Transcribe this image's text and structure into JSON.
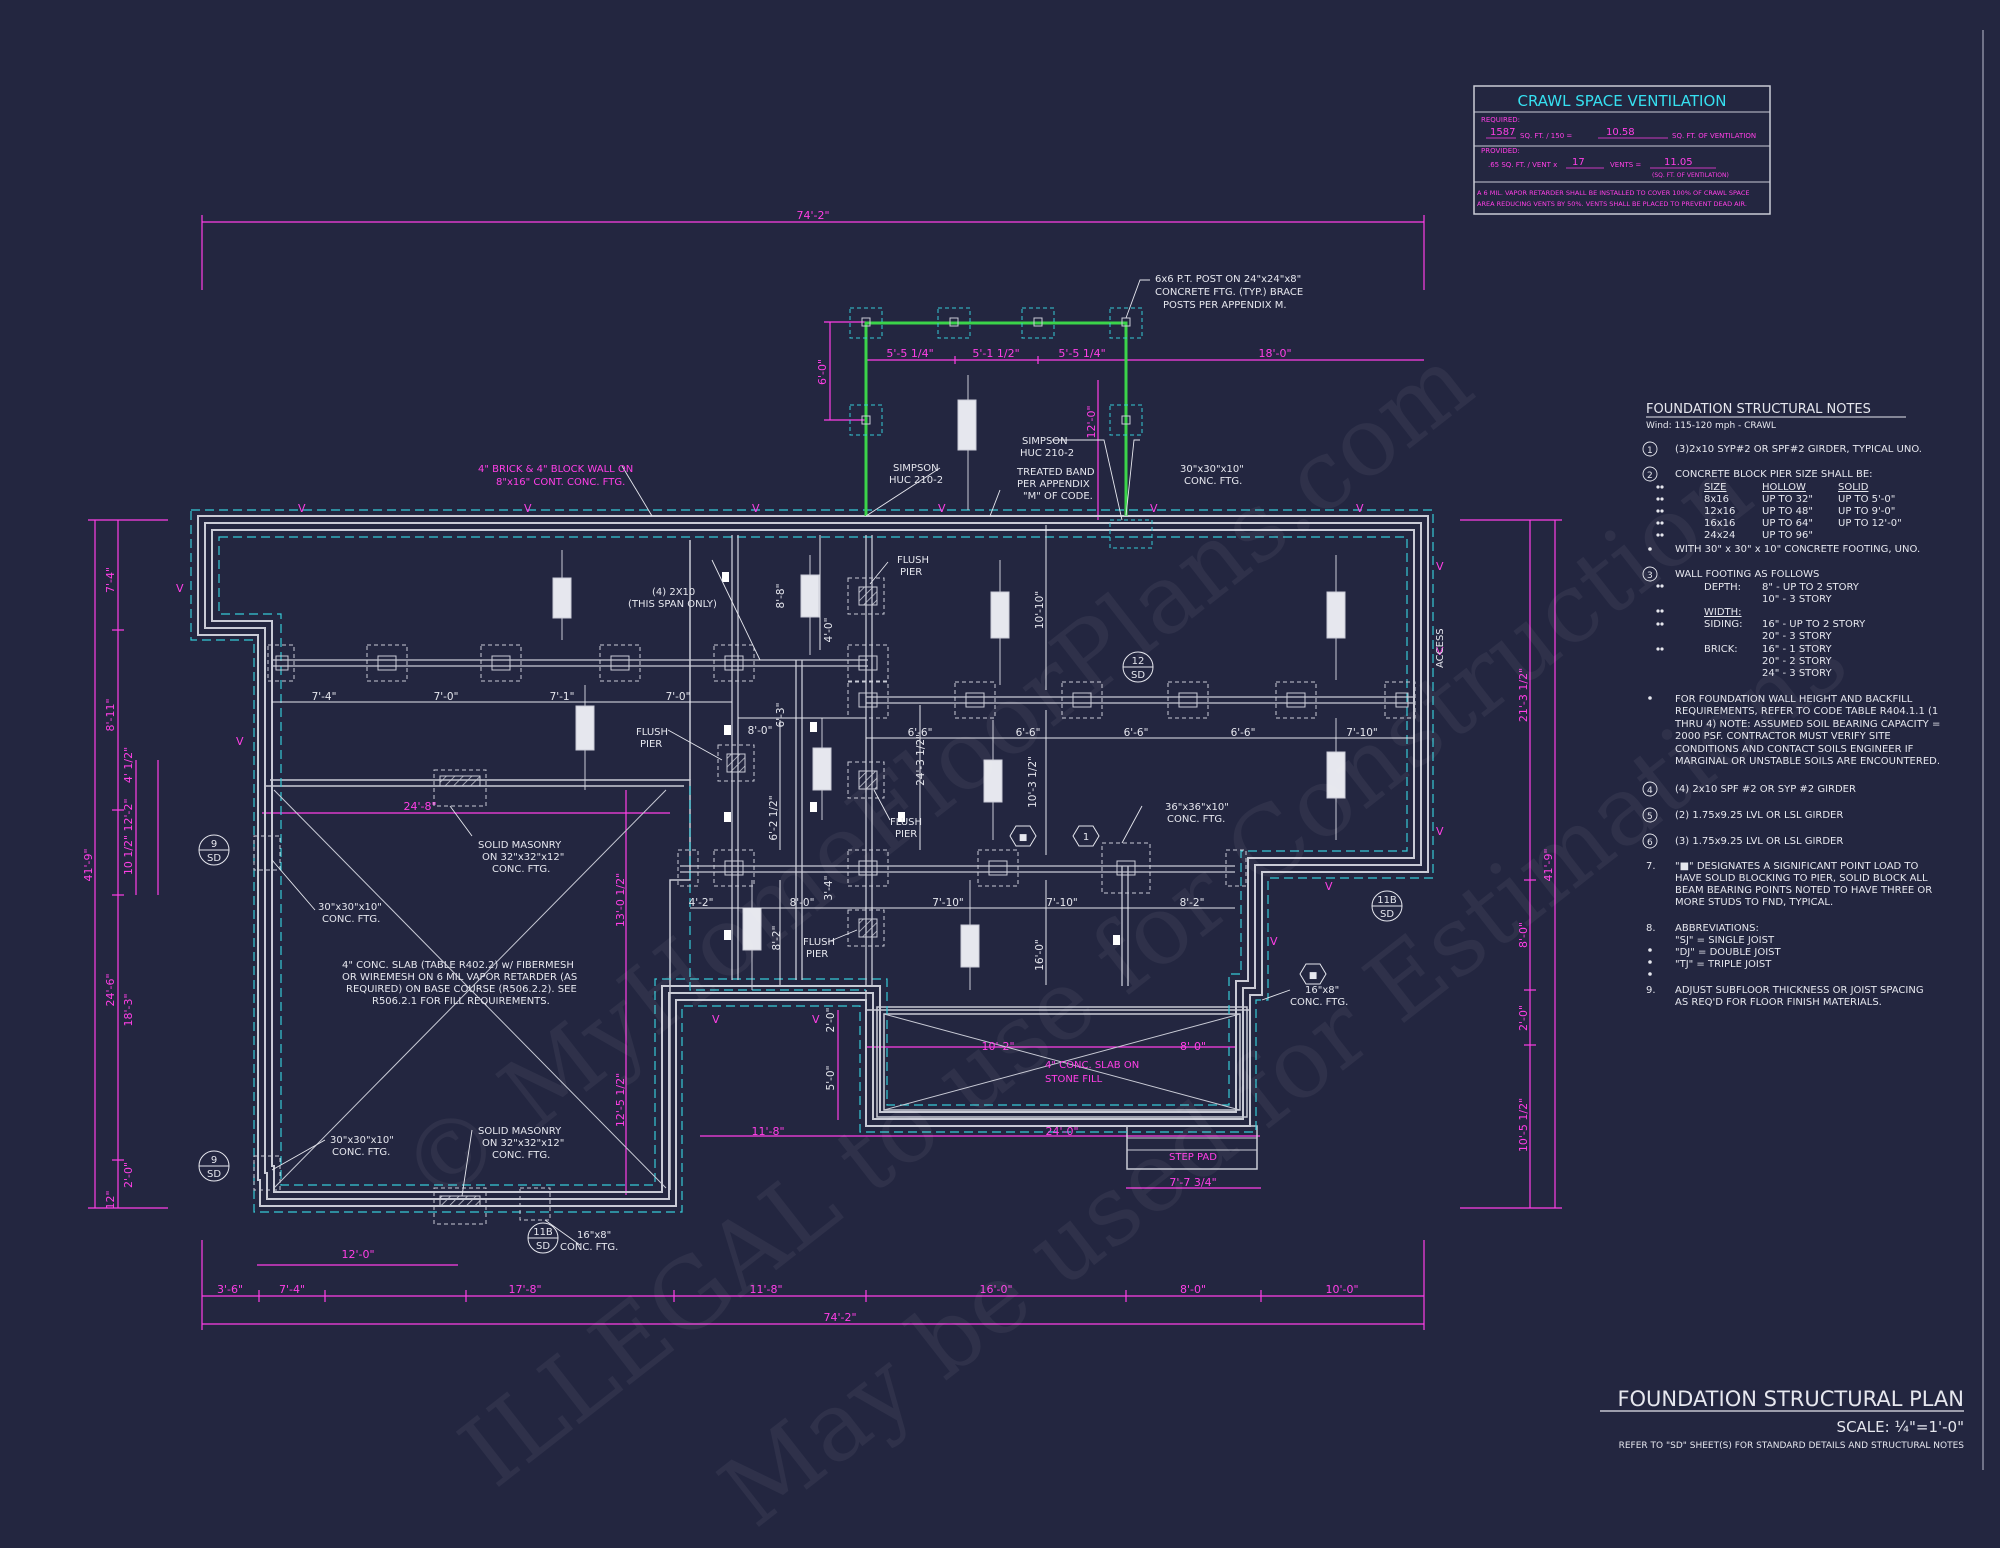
{
  "ventilation": {
    "title": "CRAWL SPACE VENTILATION",
    "required_label": "REQUIRED:",
    "required_sqft": "1587",
    "required_text": "SQ. FT. / 150 =",
    "required_vent": "10.58",
    "required_unit": "SQ. FT. OF VENTILATION",
    "provided_label": "PROVIDED:",
    "provided_rate": ".65 SQ. FT. / VENT x",
    "provided_count": "17",
    "provided_mid": "VENTS =",
    "provided_total": "11.05",
    "provided_unit": "(SQ. FT. OF VENTILATION)",
    "note_line1": "A 6 MIL. VAPOR RETARDER SHALL BE INSTALLED TO COVER 100% OF CRAWL SPACE",
    "note_line2": "AREA REDUCING VENTS BY 50%. VENTS SHALL BE PLACED TO PREVENT DEAD AIR."
  },
  "dims": {
    "top_overall": "74'-2\"",
    "bottom_overall": "74'-2\"",
    "porch_a": "5'-5 1/4\"",
    "porch_b": "5'-1 1/2\"",
    "porch_c": "5'-5 1/4\"",
    "top_right": "18'-0\"",
    "porch_depth": "6'-0\"",
    "porch_depth2": "12'-0\"",
    "bottom": [
      "3'-6\"",
      "7'-4\"",
      "17'-8\"",
      "11'-8\"",
      "16'-0\"",
      "8'-0\"",
      "10'-0\""
    ],
    "left": [
      "7'-4\"",
      "8'-11\"",
      "4' 1/2\"",
      "12'-2\"",
      "10 1/2\"",
      "18'-3\"",
      "2'-0\"",
      "12\""
    ],
    "left_total": [
      "41'-9\"",
      "24'-6\""
    ],
    "right": [
      "21'-3 1/2\"",
      "8'-0\"",
      "2'-0\"",
      "10'-5 1/2\""
    ],
    "right_total": "41'-9\"",
    "beam1": [
      "7'-4\"",
      "7'-0\"",
      "7'-1\"",
      "7'-0\""
    ],
    "beam2": [
      "6'-6\"",
      "6'-6\"",
      "6'-6\"",
      "6'-6\"",
      "7'-10\""
    ],
    "beam3": [
      "4'-2\"",
      "8'-0\"",
      "7'-10\"",
      "7'-10\"",
      "8'-2\""
    ],
    "garage_w": "24'-8\"",
    "garage_h1": "13'-0 1/2\"",
    "garage_h2": "12'-5 1/2\"",
    "mid": [
      "8'-0\"",
      "8'-8\"",
      "4'-0\"",
      "6'-3\"",
      "6'-2 1/2\"",
      "3'-4\"",
      "8'-2\"",
      "2'-0\"",
      "5'-0\"",
      "24'-3 1/2\"",
      "10'-10\"",
      "10'-3 1/2\"",
      "10'-2\"",
      "11'-8\"",
      "16'-0\"",
      "8'-0\"",
      "24'-0\"",
      "7'-7 3/4\"",
      "12'-0\""
    ]
  },
  "callouts": {
    "post": [
      "6x6 P.T. POST ON 24\"x24\"x8\"",
      "CONCRETE FTG. (TYP.) BRACE",
      "POSTS PER APPENDIX M."
    ],
    "brick": [
      "4\" BRICK & 4\" BLOCK WALL ON",
      "8\"x16\" CONT. CONC. FTG."
    ],
    "simpson1": [
      "SIMPSON",
      "HUC 210-2"
    ],
    "simpson2": [
      "SIMPSON",
      "HUC 210-2"
    ],
    "band": [
      "TREATED BAND",
      "PER APPENDIX",
      "\"M\" OF CODE."
    ],
    "ftg30_top": [
      "30\"x30\"x10\"",
      "CONC. FTG."
    ],
    "span": [
      "(4) 2X10",
      "(THIS SPAN ONLY)"
    ],
    "flush1": [
      "FLUSH",
      "PIER"
    ],
    "flush2": [
      "FLUSH",
      "PIER"
    ],
    "flush3": [
      "FLUSH",
      "PIER"
    ],
    "flush4": [
      "FLUSH",
      "PIER"
    ],
    "ftg36": [
      "36\"x36\"x10\"",
      "CONC. FTG."
    ],
    "solid1": [
      "SOLID MASONRY",
      "ON 32\"x32\"x12\"",
      "CONC. FTG."
    ],
    "solid2": [
      "SOLID MASONRY",
      "ON 32\"x32\"x12\"",
      "CONC. FTG."
    ],
    "ftg30_a": [
      "30\"x30\"x10\"",
      "CONC. FTG."
    ],
    "ftg30_b": [
      "30\"x30\"x10\"",
      "CONC. FTG."
    ],
    "slab": [
      "4\" CONC. SLAB (TABLE R402.2) w/ FIBERMESH",
      "OR WIREMESH ON 6 MIL VAPOR RETARDER (AS",
      "REQUIRED) ON BASE COURSE (R506.2.2). SEE",
      "R506.2.1 FOR FILL REQUIREMENTS."
    ],
    "porch_slab": [
      "4\" CONC. SLAB ON",
      "STONE FILL"
    ],
    "ftg16_a": [
      "16\"x8\"",
      "CONC. FTG."
    ],
    "ftg16_b": [
      "16\"x8\"",
      "CONC. FTG."
    ],
    "step_pad": "STEP PAD",
    "access": "ACCESS"
  },
  "section_tags": [
    {
      "num": "12",
      "sheet": "SD"
    },
    {
      "num": "9",
      "sheet": "SD"
    },
    {
      "num": "9",
      "sheet": "SD"
    },
    {
      "num": "11B",
      "sheet": "SD"
    },
    {
      "num": "11B",
      "sheet": "SD"
    }
  ],
  "hex_tags": [
    "■",
    "1",
    "■"
  ],
  "vent_mark": "V",
  "notes": {
    "title": "FOUNDATION STRUCTURAL NOTES",
    "wind": "Wind: 115-120 mph - CRAWL",
    "n1_num": "1",
    "n1": "(3)2x10 SYP#2 OR SPF#2 GIRDER, TYPICAL UNO.",
    "n2_num": "2",
    "n2": "CONCRETE BLOCK PIER SIZE SHALL BE:",
    "pier_head": [
      "SIZE",
      "HOLLOW",
      "SOLID"
    ],
    "pier_rows": [
      [
        "8x16",
        "UP TO 32\"",
        "UP TO 5'-0\""
      ],
      [
        "12x16",
        "UP TO 48\"",
        "UP TO 9'-0\""
      ],
      [
        "16x16",
        "UP TO 64\"",
        "UP TO 12'-0\""
      ],
      [
        "24x24",
        "UP TO 96\"",
        ""
      ]
    ],
    "n2_foot": "WITH 30\" x 30\" x 10\" CONCRETE FOOTING, UNO.",
    "n3_num": "3",
    "n3": "WALL FOOTING AS FOLLOWS",
    "n3_depth": [
      "DEPTH:",
      "8\" - UP TO 2 STORY",
      "10\" - 3 STORY"
    ],
    "n3_width": "WIDTH:",
    "n3_siding": [
      "SIDING:",
      "16\" - UP TO 2 STORY",
      "20\" - 3 STORY"
    ],
    "n3_brick": [
      "BRICK:",
      "16\" - 1 STORY",
      "20\" - 2 STORY",
      "24\" - 3 STORY"
    ],
    "bullet": [
      "FOR FOUNDATION WALL HEIGHT AND BACKFILL",
      "REQUIREMENTS, REFER TO CODE TABLE R404.1.1 (1",
      "THRU 4) NOTE: ASSUMED SOIL BEARING CAPACITY =",
      "2000 PSF. CONTRACTOR MUST VERIFY SITE",
      "CONDITIONS AND CONTACT SOILS ENGINEER IF",
      "MARGINAL OR UNSTABLE SOILS ARE ENCOUNTERED."
    ],
    "n4_num": "4",
    "n4": "(4) 2x10 SPF #2 OR SYP #2 GIRDER",
    "n5_num": "5",
    "n5": "(2) 1.75x9.25 LVL OR LSL GIRDER",
    "n6_num": "6",
    "n6": "(3) 1.75x9.25 LVL OR LSL GIRDER",
    "n7_num": "7.",
    "n7": [
      "\"■\" DESIGNATES A SIGNIFICANT POINT LOAD TO",
      "HAVE SOLID BLOCKING TO PIER, SOLID BLOCK ALL",
      "BEAM BEARING POINTS NOTED TO HAVE THREE OR",
      "MORE STUDS TO FND, TYPICAL."
    ],
    "n8_num": "8.",
    "n8": "ABBREVIATIONS:",
    "n8_items": [
      "\"SJ\" = SINGLE JOIST",
      "\"DJ\" = DOUBLE JOIST",
      "\"TJ\" = TRIPLE JOIST"
    ],
    "n9_num": "9.",
    "n9": [
      "ADJUST SUBFLOOR THICKNESS OR JOIST SPACING",
      "AS REQ'D FOR FLOOR FINISH MATERIALS."
    ]
  },
  "title_block": {
    "title": "FOUNDATION STRUCTURAL PLAN",
    "scale": "SCALE: ¼\"=1'-0\"",
    "refer": "REFER TO \"SD\" SHEET(S) FOR STANDARD DETAILS AND STRUCTURAL NOTES"
  },
  "watermark": {
    "line1": "© MyHomeFloorPlans.com",
    "line2": "ILLEGAL to use for Construction",
    "line3": "May be used for Estimations"
  },
  "colors": {
    "background": "#232640",
    "dimension": "#ff3fe6",
    "wall": "#c9cbd6",
    "cyan": "#36c9d6",
    "porch": "#3bd44a"
  }
}
